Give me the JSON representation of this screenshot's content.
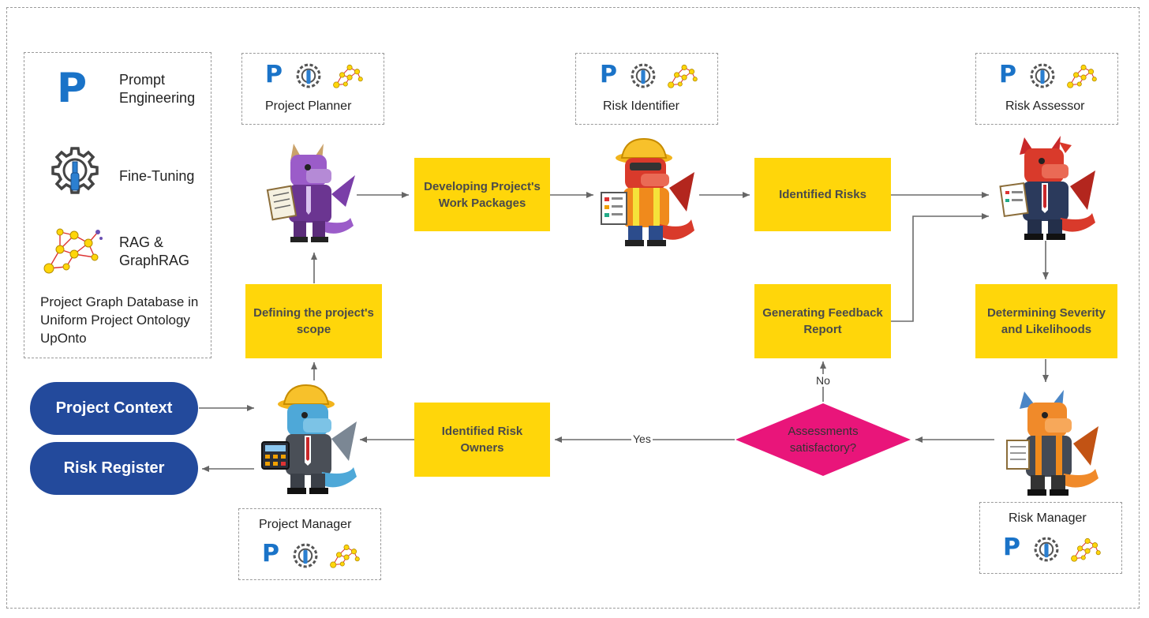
{
  "legend": {
    "prompt": "Prompt\nEngineering",
    "finetune": "Fine-Tuning",
    "rag": "RAG &\nGraphRAG",
    "db": "Project Graph Database in\nUniform Project Ontology\nUpOnto",
    "p_letter": "P"
  },
  "agents": {
    "planner": "Project Planner",
    "identifier": "Risk Identifier",
    "assessor": "Risk Assessor",
    "manager": "Project Manager",
    "risk_manager": "Risk Manager"
  },
  "process": {
    "scope": "Defining the project's scope",
    "work_packages": "Developing Project's Work Packages",
    "identified_risks": "Identified Risks",
    "feedback": "Generating Feedback Report",
    "severity": "Determining Severity and Likelihoods",
    "risk_owners": "Identified Risk Owners",
    "decision": "Assessments satisfactory?"
  },
  "io": {
    "context": "Project Context",
    "register": "Risk Register"
  },
  "edges": {
    "yes": "Yes",
    "no": "No"
  },
  "colors": {
    "process": "#FFD60A",
    "decision": "#E9157A",
    "io": "#234A9C",
    "icon_blue": "#1a73c8"
  }
}
